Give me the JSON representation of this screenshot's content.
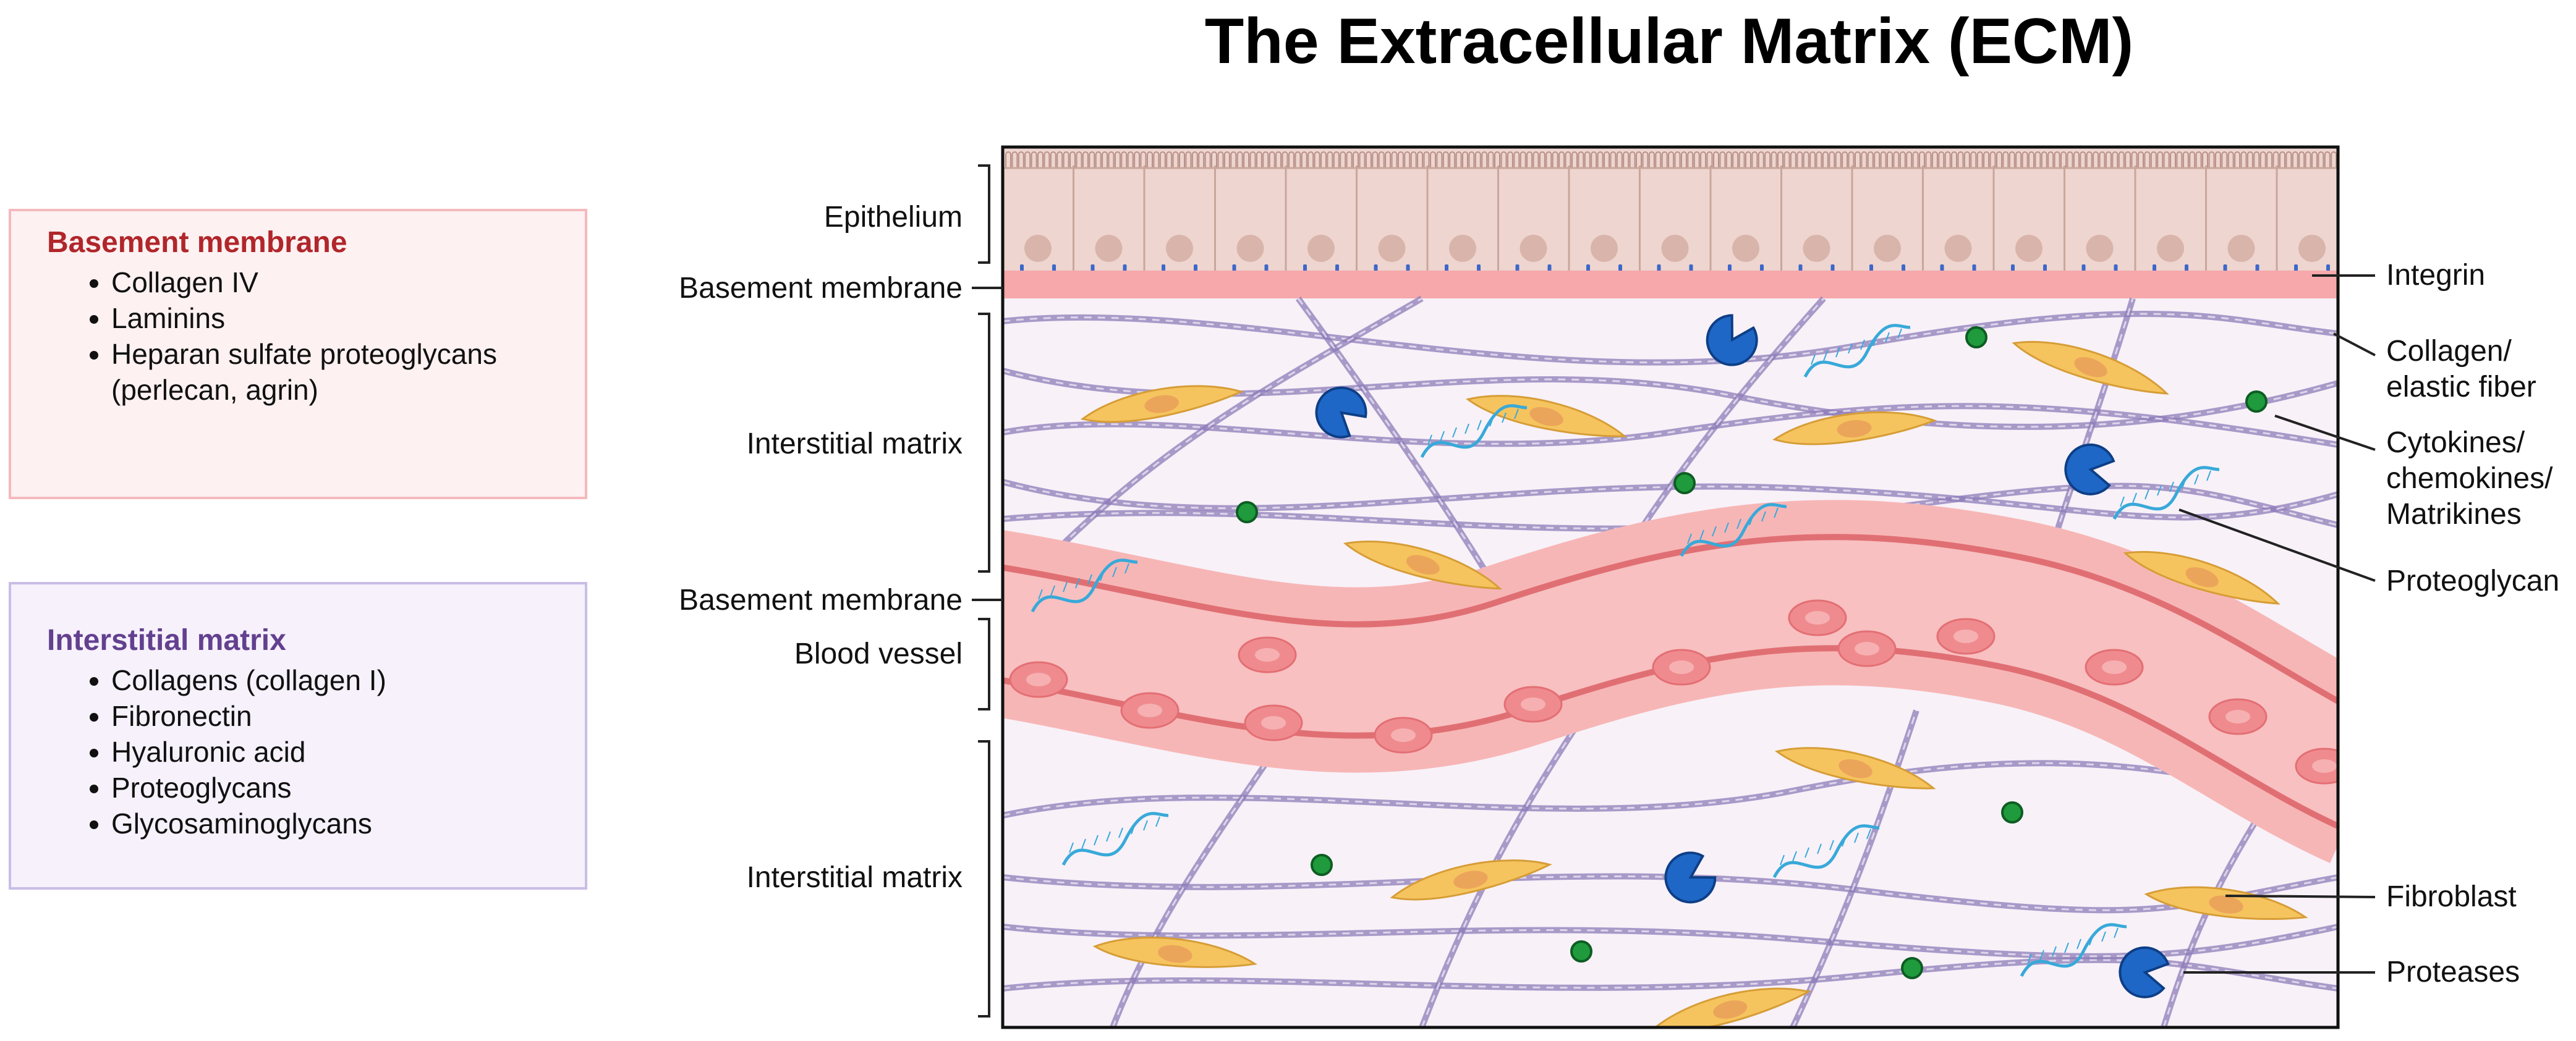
{
  "title": "The Extracellular Matrix (ECM)",
  "boxes": {
    "basement": {
      "heading": "Basement membrane",
      "items": [
        "Collagen IV",
        "Laminins",
        "Heparan sulfate proteoglycans (perlecan, agrin)"
      ]
    },
    "interstitial": {
      "heading": "Interstitial matrix",
      "items": [
        "Collagens (collagen I)",
        "Fibronectin",
        "Hyaluronic acid",
        "Proteoglycans",
        "Glycosaminoglycans"
      ]
    }
  },
  "left_labels": {
    "epithelium": "Epithelium",
    "basement_top": "Basement membrane",
    "interstitial_top": "Interstitial matrix",
    "basement_bottom": "Basement membrane",
    "blood_vessel": "Blood vessel",
    "interstitial_bottom": "Interstitial matrix"
  },
  "right_labels": {
    "integrin": "Integrin",
    "collagen_1": "Collagen/",
    "collagen_2": "elastic fiber",
    "cytokines_1": "Cytokines/",
    "cytokines_2": "chemokines/",
    "cytokines_3": "Matrikines",
    "proteoglycan": "Proteoglycan",
    "fibroblast": "Fibroblast",
    "proteases": "Proteases"
  },
  "colors": {
    "epithelium": "#eed5cf",
    "basement_membrane": "#f6a8aa",
    "matrix_background": "#f8f1f8",
    "collagen_fiber": "#8d7bb8",
    "vessel": "#f3a6a7",
    "vessel_wall": "#e06f74",
    "red_cell": "#ef8b8e",
    "fibroblast": "#f6c45f",
    "protease": "#1f67c6",
    "cytokine": "#1f9a3c",
    "proteoglycan": "#38a9d9",
    "integrin": "#3d67c9"
  }
}
